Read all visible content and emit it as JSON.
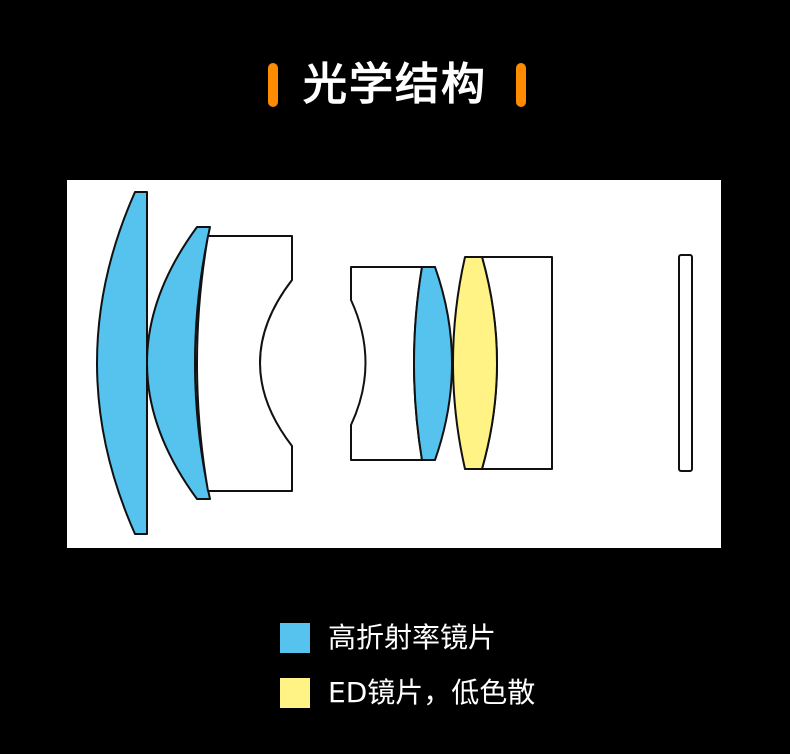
{
  "title": "光学结构",
  "colors": {
    "accent": "#ff8c00",
    "high_refraction": "#56c3ef",
    "ed": "#fef384"
  },
  "legend": [
    {
      "label": "高折射率镜片",
      "color": "#56c3ef"
    },
    {
      "label": "ED镜片，低色散",
      "color": "#fef384"
    }
  ]
}
